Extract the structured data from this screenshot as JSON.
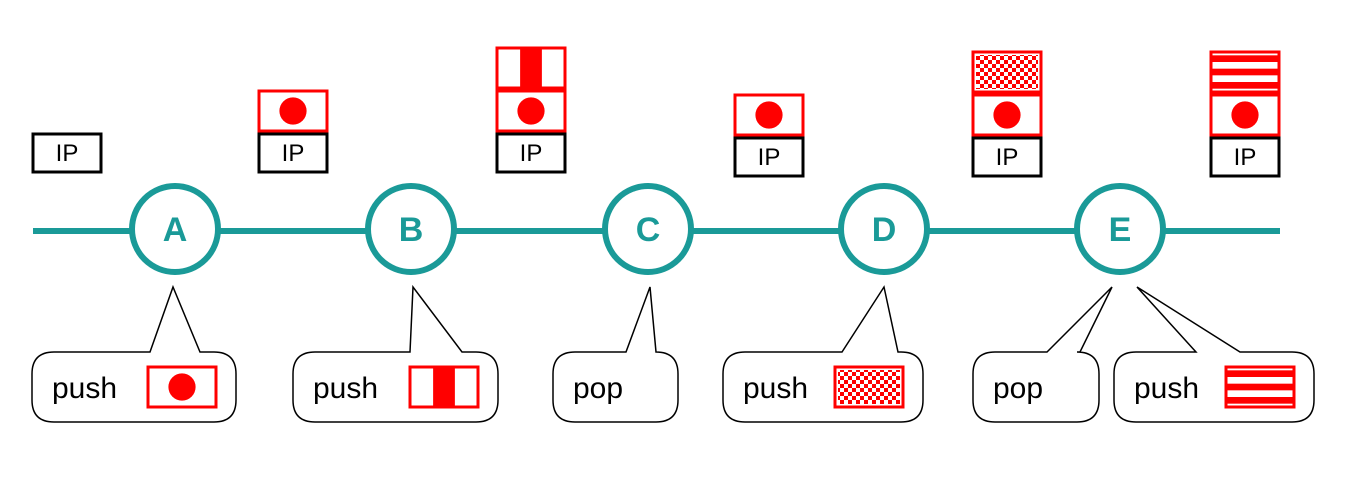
{
  "colors": {
    "teal": "#1a9a98",
    "red": "#ff0000",
    "black": "#000000"
  },
  "ip_label": "IP",
  "nodes": [
    {
      "letter": "A",
      "callouts": [
        {
          "text": "push",
          "label": "circle"
        }
      ],
      "stack": []
    },
    {
      "letter": "B",
      "callouts": [
        {
          "text": "push",
          "label": "vertical-bar"
        }
      ],
      "stack": [
        "circle"
      ]
    },
    {
      "letter": "C",
      "callouts": [
        {
          "text": "pop",
          "label": ""
        }
      ],
      "stack": [
        "circle",
        "vertical-bar"
      ]
    },
    {
      "letter": "D",
      "callouts": [
        {
          "text": "push",
          "label": "checkered"
        }
      ],
      "stack": [
        "circle"
      ]
    },
    {
      "letter": "E",
      "callouts": [
        {
          "text": "pop",
          "label": ""
        },
        {
          "text": "push",
          "label": "horizontal-stripes"
        }
      ],
      "stack": [
        "circle",
        "checkered"
      ]
    }
  ],
  "final_stack": [
    "circle",
    "horizontal-stripes"
  ]
}
